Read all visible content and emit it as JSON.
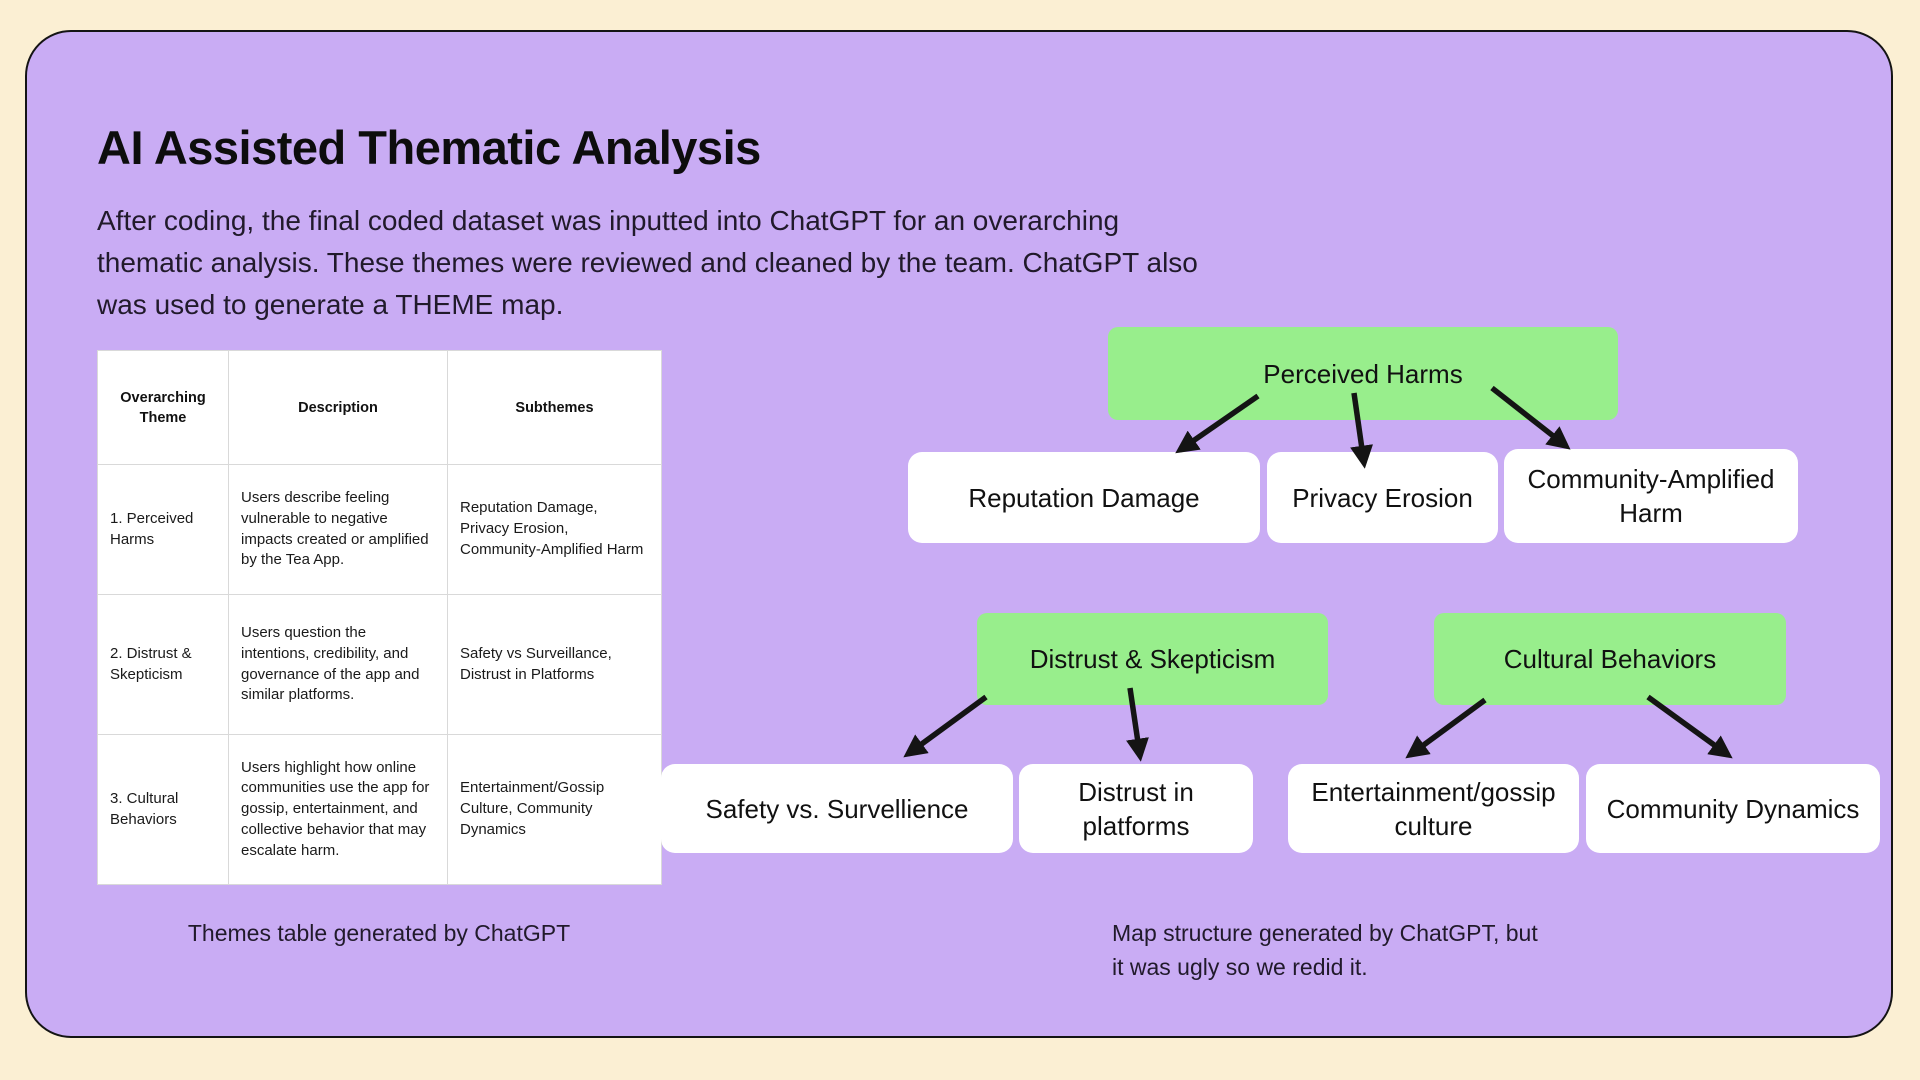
{
  "header": {
    "title": "AI Assisted Thematic Analysis",
    "subtitle_lines": [
      "After coding, the final coded dataset was inputted into ChatGPT for an overarching",
      "thematic analysis. These themes were reviewed and cleaned by the team. ChatGPT also",
      "was used to generate a THEME map."
    ]
  },
  "table": {
    "caption": "Themes table generated by ChatGPT",
    "columns": [
      "Overarching Theme",
      "Description",
      "Subthemes"
    ],
    "rows": [
      {
        "theme": "1. Perceived Harms",
        "description": "Users describe feeling vulnerable to negative impacts created or amplified by the Tea App.",
        "subthemes": "Reputation Damage, Privacy Erosion, Community-Amplified Harm"
      },
      {
        "theme": "2. Distrust & Skepticism",
        "description": "Users question the intentions, credibility, and governance of the app and similar platforms.",
        "subthemes": "Safety vs Surveillance, Distrust in Platforms"
      },
      {
        "theme": "3. Cultural Behaviors",
        "description": "Users highlight how online communities use the app for gossip, entertainment, and collective behavior that may escalate harm.",
        "subthemes": "Entertainment/Gossip Culture, Community Dynamics"
      }
    ]
  },
  "map": {
    "caption_lines": [
      "Map structure generated by ChatGPT, but",
      "it was ugly so we redid it."
    ],
    "nodes": {
      "perceived_harms": {
        "label": "Perceived Harms",
        "kind": "theme"
      },
      "reputation_damage": {
        "label": "Reputation Damage",
        "kind": "subtheme"
      },
      "privacy_erosion": {
        "label": "Privacy Erosion",
        "kind": "subtheme"
      },
      "community_amplified_harm": {
        "label": "Community-Amplified Harm",
        "kind": "subtheme"
      },
      "distrust_skepticism": {
        "label": "Distrust & Skepticism",
        "kind": "theme"
      },
      "safety_surveillance": {
        "label": "Safety vs. Survellience",
        "kind": "subtheme"
      },
      "distrust_platforms": {
        "label": "Distrust in platforms",
        "kind": "subtheme"
      },
      "cultural_behaviors": {
        "label": "Cultural Behaviors",
        "kind": "theme"
      },
      "entertainment_gossip": {
        "label": "Entertainment/gossip culture",
        "kind": "subtheme"
      },
      "community_dynamics": {
        "label": "Community Dynamics",
        "kind": "subtheme"
      }
    }
  },
  "colors": {
    "page_background": "#FBEFD3",
    "card_background": "#C9ACF4",
    "card_border": "#141414",
    "theme_node_green": "#98EE8C",
    "subtheme_node_white": "#FFFFFF",
    "table_grid": "#D9D9D9",
    "text": "#141414"
  }
}
